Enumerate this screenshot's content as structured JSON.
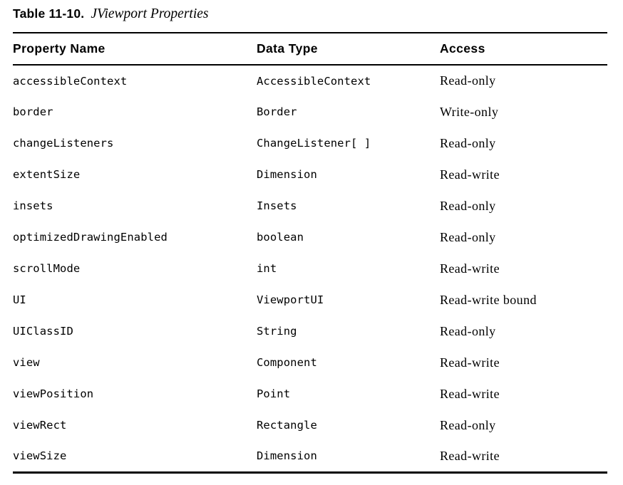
{
  "caption": {
    "label": "Table 11-10.",
    "title": "JViewport Properties"
  },
  "table": {
    "columns": [
      "Property Name",
      "Data Type",
      "Access"
    ],
    "rows": [
      {
        "property": "accessibleContext",
        "type": "AccessibleContext",
        "access": "Read-only"
      },
      {
        "property": "border",
        "type": "Border",
        "access": "Write-only"
      },
      {
        "property": "changeListeners",
        "type": "ChangeListener[ ]",
        "access": "Read-only"
      },
      {
        "property": "extentSize",
        "type": "Dimension",
        "access": "Read-write"
      },
      {
        "property": "insets",
        "type": "Insets",
        "access": "Read-only"
      },
      {
        "property": "optimizedDrawingEnabled",
        "type": "boolean",
        "access": "Read-only"
      },
      {
        "property": "scrollMode",
        "type": "int",
        "access": "Read-write"
      },
      {
        "property": "UI",
        "type": "ViewportUI",
        "access": "Read-write bound"
      },
      {
        "property": "UIClassID",
        "type": "String",
        "access": "Read-only"
      },
      {
        "property": "view",
        "type": "Component",
        "access": "Read-write"
      },
      {
        "property": "viewPosition",
        "type": "Point",
        "access": "Read-write"
      },
      {
        "property": "viewRect",
        "type": "Rectangle",
        "access": "Read-only"
      },
      {
        "property": "viewSize",
        "type": "Dimension",
        "access": "Read-write"
      }
    ]
  }
}
